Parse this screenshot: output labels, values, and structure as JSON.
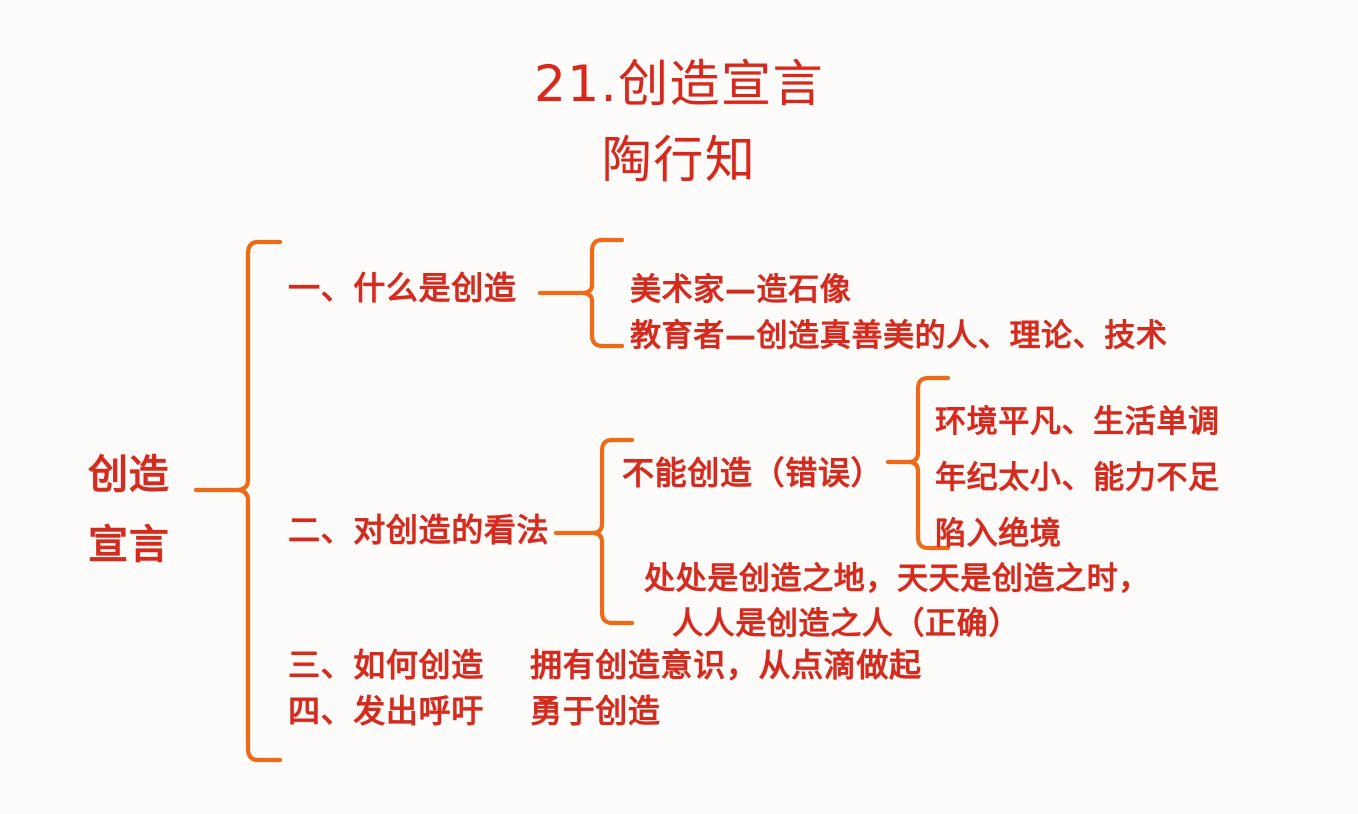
{
  "title": {
    "line1": "21.创造宣言",
    "line2": "陶行知"
  },
  "colors": {
    "text_red": "#d52a1e",
    "brace_orange": "#ee6a17",
    "background": "#fdfcfa"
  },
  "mindmap": {
    "root": {
      "line1": "创造",
      "line2": "宣言"
    },
    "branches": [
      {
        "label": "一、什么是创造",
        "children": [
          {
            "text": "美术家—造石像"
          },
          {
            "text": "教育者—创造真善美的人、理论、技术"
          }
        ]
      },
      {
        "label": "二、对创造的看法",
        "children": [
          {
            "text": "不能创造（错误）",
            "children": [
              {
                "text": "环境平凡、生活单调"
              },
              {
                "text": "年纪太小、能力不足"
              },
              {
                "text": "陷入绝境"
              }
            ]
          },
          {
            "line1": "处处是创造之地，天天是创造之时，",
            "line2": "人人是创造之人（正确）"
          }
        ]
      },
      {
        "label": "三、如何创造",
        "detail": "拥有创造意识，从点滴做起"
      },
      {
        "label": "四、发出呼吁",
        "detail": "勇于创造"
      }
    ]
  }
}
